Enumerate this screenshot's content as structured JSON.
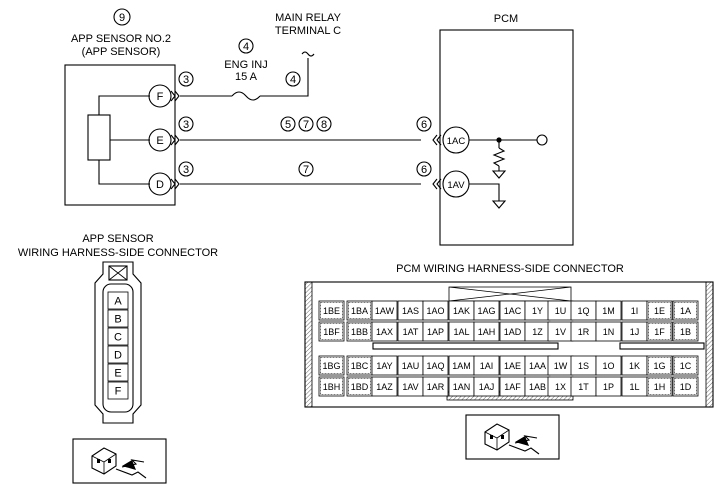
{
  "schematic": {
    "app_sensor_callout": "9",
    "app_sensor_title_1": "APP SENSOR NO.2",
    "app_sensor_title_2": "(APP SENSOR)",
    "fuse_callout": "4",
    "fuse_label_1": "ENG INJ",
    "fuse_label_2": "15 A",
    "relay_label_1": "MAIN RELAY",
    "relay_label_2": "TERMINAL C",
    "relay_callout": "4",
    "pcm_title": "PCM",
    "pins": {
      "F": "F",
      "E": "E",
      "D": "D",
      "pcm_top": "1AC",
      "pcm_bottom": "1AV"
    },
    "callouts": {
      "f_wire": "3",
      "e_wire": "3",
      "d_wire": "3",
      "e_mid_1": "5",
      "e_mid_2": "7",
      "e_mid_3": "8",
      "d_mid": "7",
      "pcm_top": "6",
      "pcm_bottom": "6"
    }
  },
  "app_connector": {
    "title_1": "APP SENSOR",
    "title_2": "WIRING HARNESS-SIDE CONNECTOR",
    "terminals": [
      "A",
      "B",
      "C",
      "D",
      "E",
      "F"
    ]
  },
  "pcm_connector": {
    "title": "PCM WIRING HARNESS-SIDE CONNECTOR",
    "rows": [
      [
        "1BE",
        "1BA",
        "1AW",
        "1AS",
        "1AO",
        "1AK",
        "1AG",
        "1AC",
        "1Y",
        "1U",
        "1Q",
        "1M",
        "1I",
        "1E",
        "1A"
      ],
      [
        "1BF",
        "1BB",
        "1AX",
        "1AT",
        "1AP",
        "1AL",
        "1AH",
        "1AD",
        "1Z",
        "1V",
        "1R",
        "1N",
        "1J",
        "1F",
        "1B"
      ],
      [
        "1BG",
        "1BC",
        "1AY",
        "1AU",
        "1AQ",
        "1AM",
        "1AI",
        "1AE",
        "1AA",
        "1W",
        "1S",
        "1O",
        "1K",
        "1G",
        "1C"
      ],
      [
        "1BH",
        "1BD",
        "1AZ",
        "1AV",
        "1AR",
        "1AN",
        "1AJ",
        "1AF",
        "1AB",
        "1X",
        "1T",
        "1P",
        "1L",
        "1H",
        "1D"
      ]
    ]
  }
}
